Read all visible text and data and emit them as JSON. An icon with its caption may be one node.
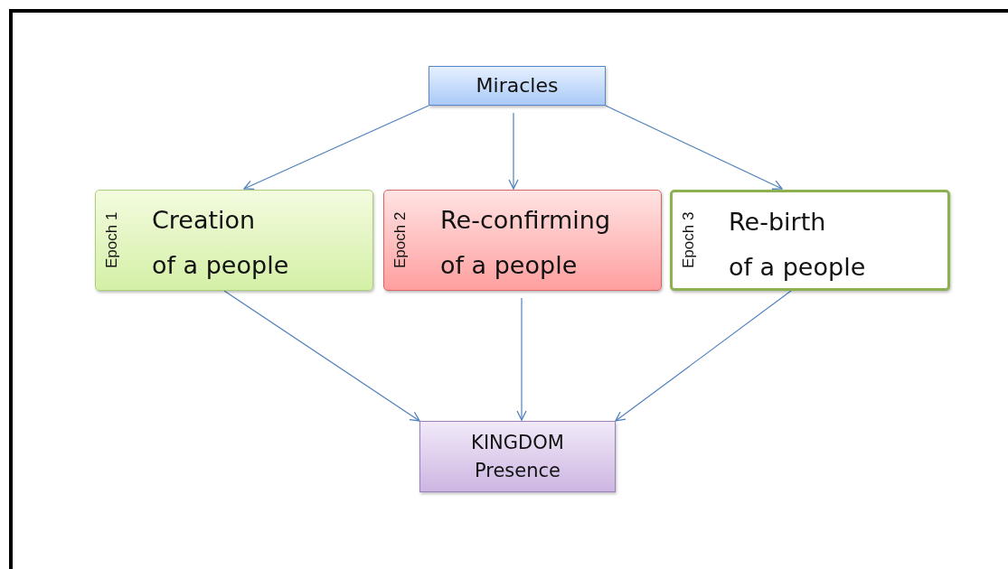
{
  "diagram": {
    "nodes": [
      {
        "text": [
          "Miracles"
        ]
      },
      {
        "text": [
          "Epoch 1",
          "Creation of a people"
        ]
      },
      {
        "text": [
          "Epoch 2",
          "Re-confirming of a people"
        ]
      },
      {
        "text": [
          "Epoch 3",
          "Re-birth of a people"
        ]
      },
      {
        "text": [
          "KINGDOM Presence"
        ]
      }
    ],
    "edges": [
      {
        "from": 0,
        "to": 1,
        "arrow": "to"
      },
      {
        "from": 0,
        "to": 2,
        "arrow": "to"
      },
      {
        "from": 0,
        "to": 3,
        "arrow": "to"
      },
      {
        "from": 1,
        "to": 4,
        "arrow": "to"
      },
      {
        "from": 2,
        "to": 4,
        "arrow": "to"
      },
      {
        "from": 3,
        "to": 4,
        "arrow": "to"
      }
    ]
  }
}
